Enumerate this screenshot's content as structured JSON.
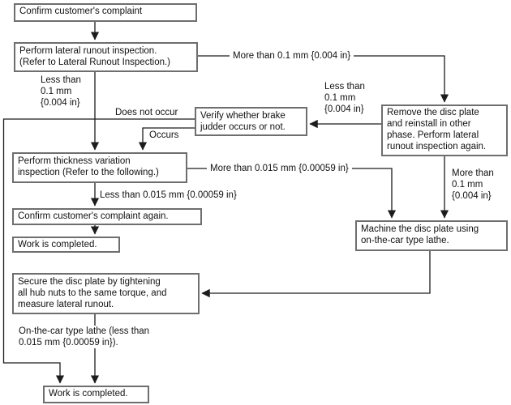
{
  "diagram_title": "Brake judder / disc plate lateral runout diagnostic flowchart",
  "nodes": [
    {
      "id": "confirm-complaint",
      "text": "Confirm customer's complaint"
    },
    {
      "id": "lateral-runout-inspection",
      "text": "Perform lateral runout inspection.\n(Refer to Lateral Runout Inspection.)"
    },
    {
      "id": "verify-brake-judder",
      "text": "Verify whether brake\njudder occurs or not."
    },
    {
      "id": "remove-disc-plate",
      "text": "Remove the disc plate\nand reinstall in other\nphase. Perform lateral\nrunout inspection again."
    },
    {
      "id": "thickness-variation-inspection",
      "text": "Perform thickness variation\ninspection (Refer to the following.)"
    },
    {
      "id": "confirm-complaint-again",
      "text": "Confirm customer's complaint again."
    },
    {
      "id": "work-completed-first",
      "text": "Work is completed."
    },
    {
      "id": "secure-disc-plate",
      "text": "Secure the disc plate by tightening\nall hub nuts to the same torque, and\nmeasure lateral runout."
    },
    {
      "id": "machine-disc-plate",
      "text": "Machine the disc plate using\non-the-car type lathe."
    },
    {
      "id": "work-completed-final",
      "text": "Work is completed."
    }
  ],
  "labels": [
    {
      "id": "more-than-01-top",
      "text": "More than 0.1 mm {0.004 in}"
    },
    {
      "id": "less-than-01-left",
      "text": "Less than\n0.1 mm\n{0.004 in}"
    },
    {
      "id": "less-than-01-mid",
      "text": "Less than\n0.1 mm\n{0.004 in}"
    },
    {
      "id": "does-not-occur",
      "text": "Does not occur"
    },
    {
      "id": "occurs",
      "text": "Occurs"
    },
    {
      "id": "more-than-0015",
      "text": "More than 0.015 mm {0.00059 in}"
    },
    {
      "id": "less-than-0015",
      "text": "Less than 0.015 mm {0.00059 in}"
    },
    {
      "id": "more-than-01-right",
      "text": "More than\n0.1 mm\n{0.004 in}"
    },
    {
      "id": "on-the-car-lathe",
      "text": "On-the-car type lathe (less than\n0.015 mm {0.00059 in})."
    }
  ],
  "colors": {
    "background": "#ffffff",
    "box_border": "#6e6e6e",
    "line": "#1c1c1c",
    "text": "#111111"
  }
}
